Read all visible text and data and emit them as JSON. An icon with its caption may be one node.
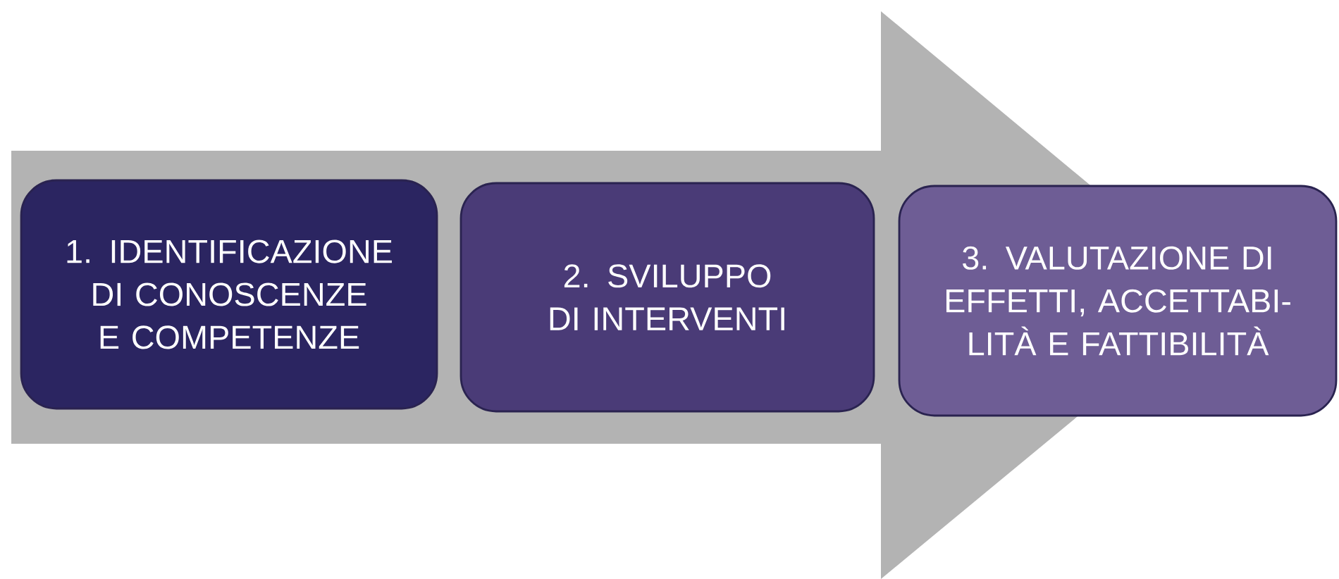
{
  "diagram": {
    "nodes": [
      {
        "text": [
          "1. IDENTIFICAZIONE DI CONOSCENZE E COMPETENZE"
        ]
      },
      {
        "text": [
          "2. SVILUPPO DI INTERVENTI"
        ]
      },
      {
        "text": [
          "3. VALUTAZIONE DI EFFETTI, ACCETTABI-LITÀ E FATTIBILITÀ"
        ]
      }
    ],
    "edges": [
      {
        "from": 0,
        "to": 2,
        "arrow": "to"
      }
    ]
  }
}
